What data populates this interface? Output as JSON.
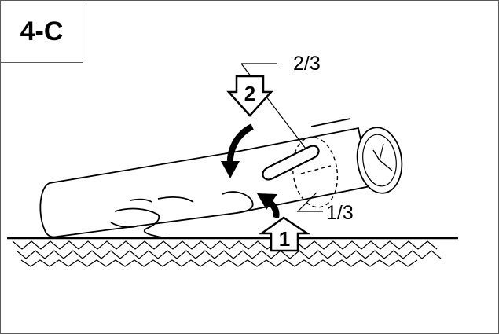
{
  "figure": {
    "id_label": "4-C",
    "labels": {
      "top_fraction": "2/3",
      "bottom_fraction": "1/3",
      "step_one": "1",
      "step_two": "2"
    },
    "colors": {
      "ink": "#000000",
      "background": "#ffffff",
      "border": "#5a5a5a"
    }
  }
}
